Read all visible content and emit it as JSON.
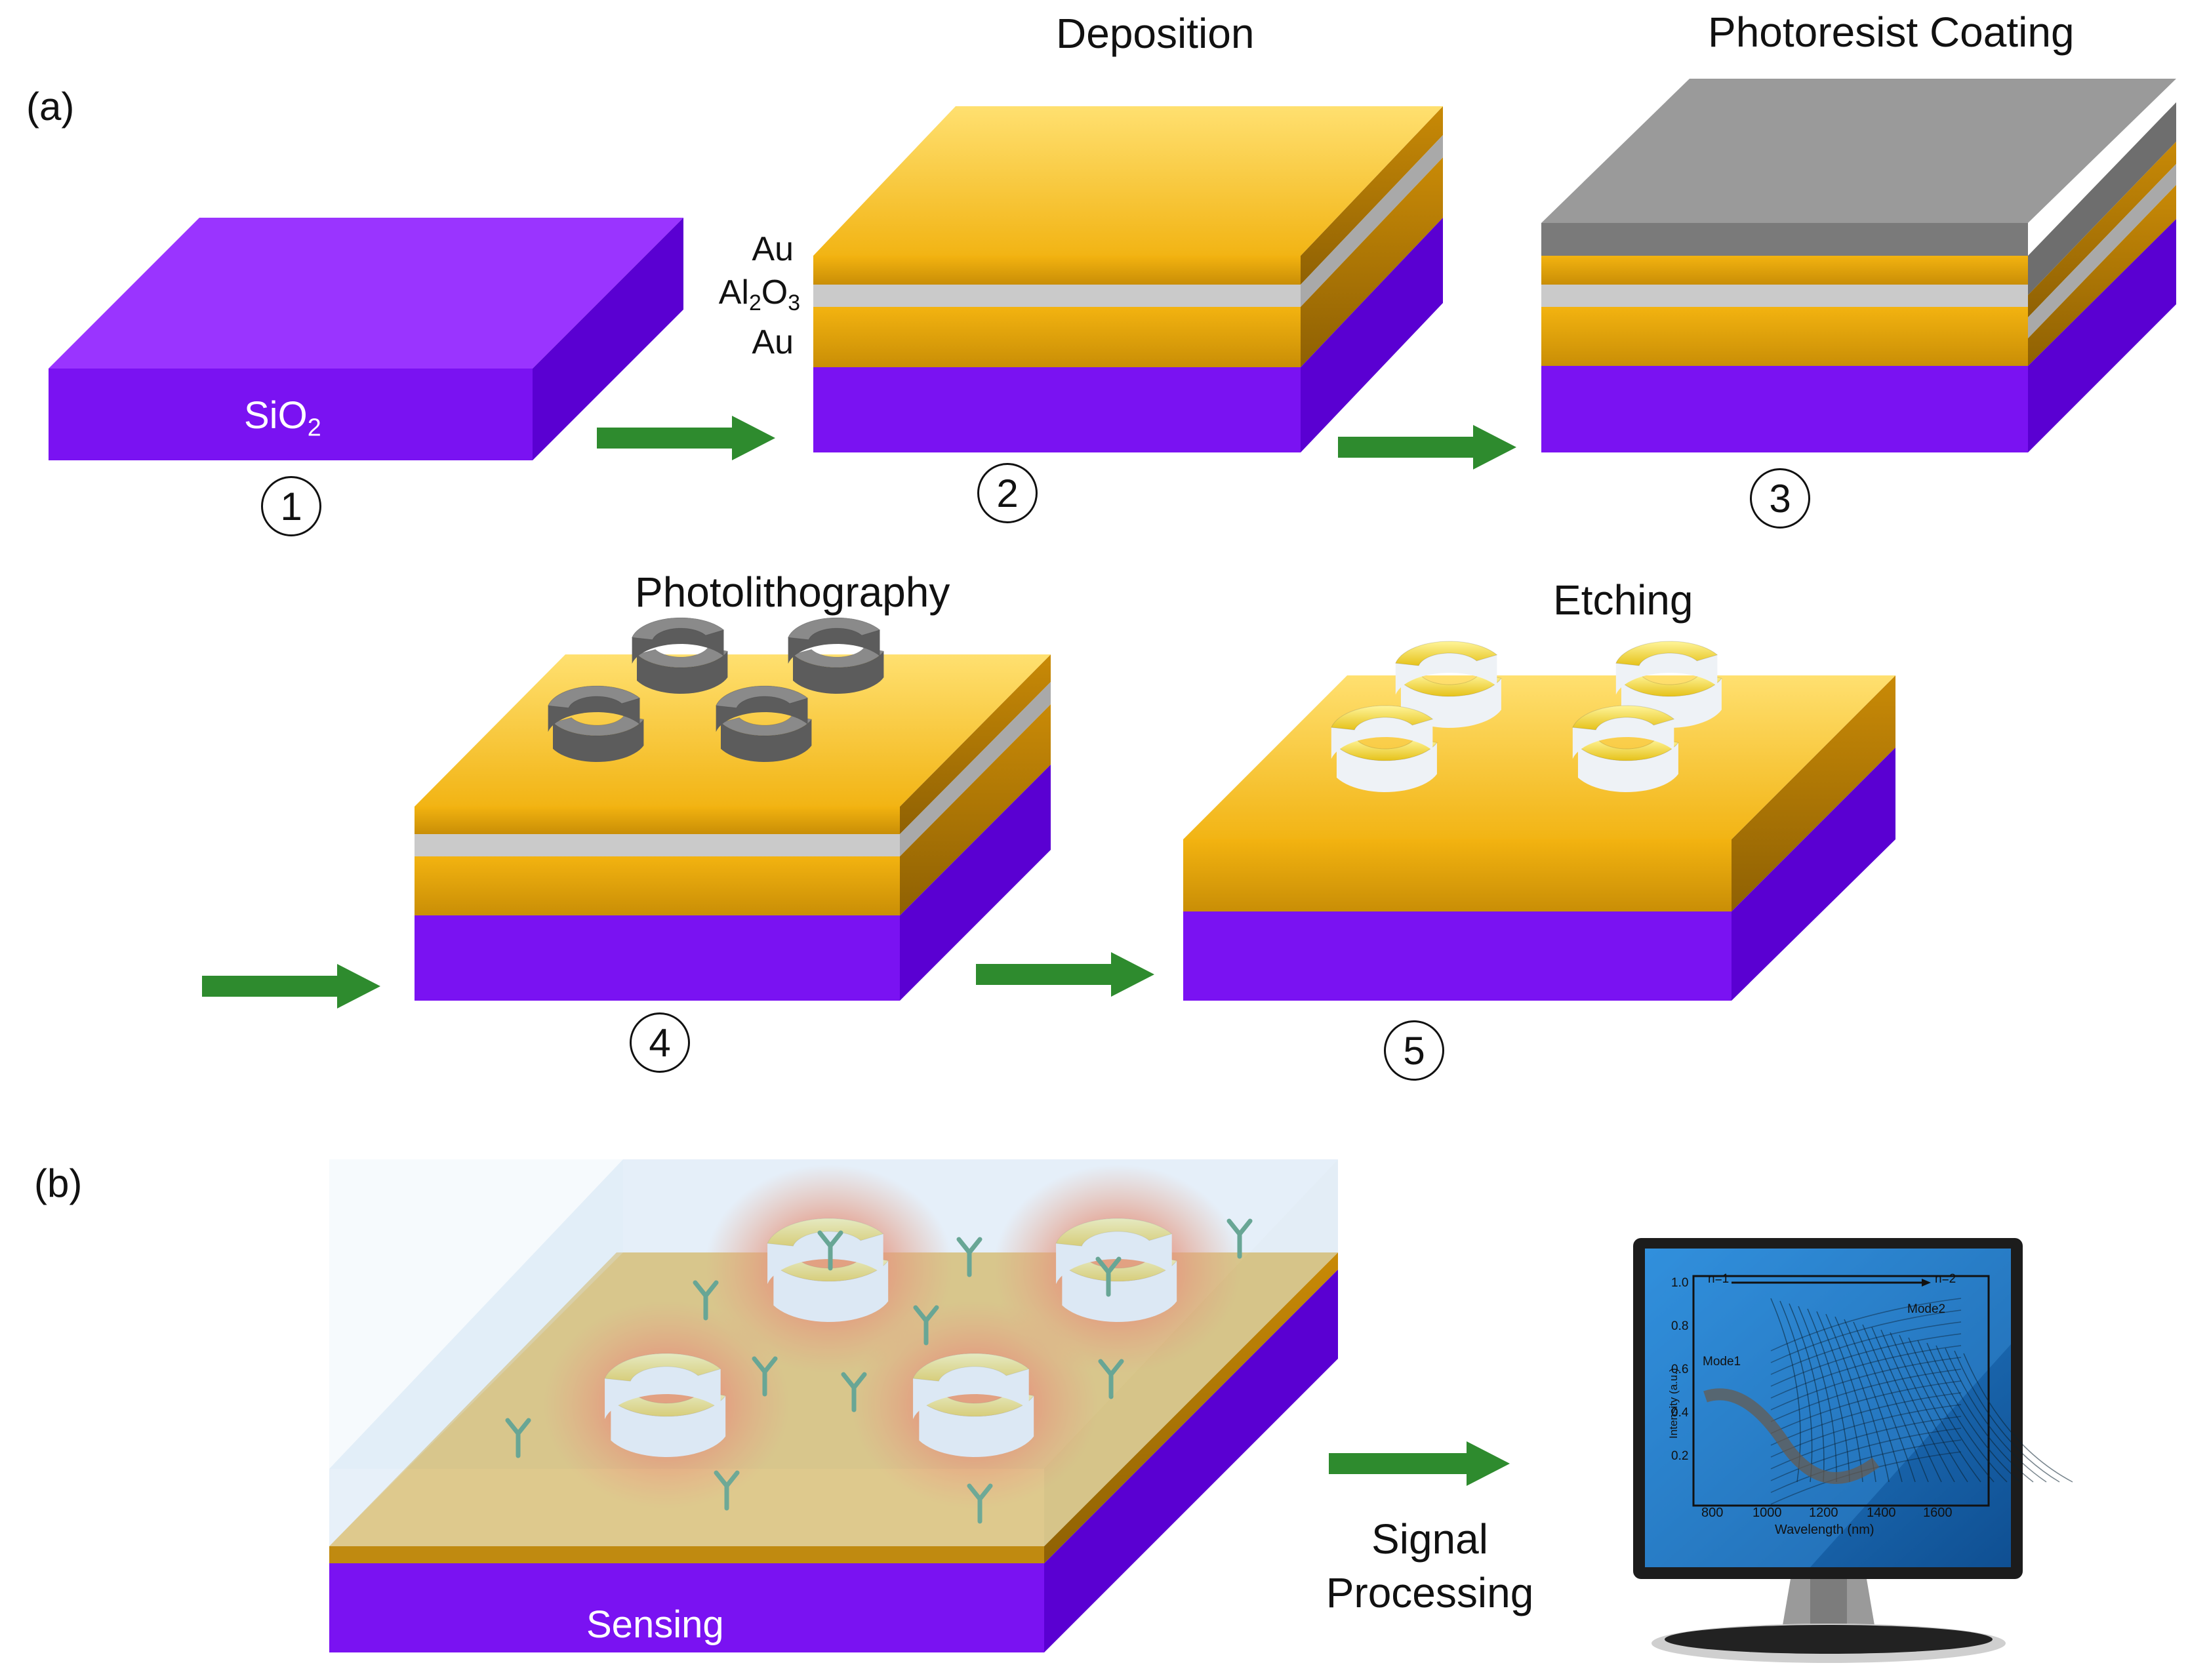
{
  "panel_labels": {
    "a": "(a)",
    "b": "(b)"
  },
  "titles": {
    "deposition": "Deposition",
    "photoresist": "Photoresist Coating",
    "photolithography": "Photolithography",
    "etching": "Etching"
  },
  "layer_labels": {
    "au_top": "Au",
    "al2o3": {
      "base": "Al",
      "sub1": "2",
      "mid": "O",
      "sub2": "3"
    },
    "au_bottom": "Au"
  },
  "substrate_label": {
    "base": "SiO",
    "sub": "2"
  },
  "steps": [
    "1",
    "2",
    "3",
    "4",
    "5"
  ],
  "sensing_label": "Sensing",
  "signal_processing": {
    "line1": "Signal",
    "line2": "Processing"
  },
  "monitor_plot": {
    "xlabel": "Wavelength (nm)",
    "ylabel": "Intensity (a.u.)",
    "xticks": [
      "800",
      "1000",
      "1200",
      "1400",
      "1600"
    ],
    "yticks": [
      "1.0",
      "0.8",
      "0.6",
      "0.4",
      "0.2"
    ],
    "annotations": {
      "n1": "n=1",
      "n2": "n=2",
      "mode1": "Mode1",
      "mode2": "Mode2"
    }
  },
  "colors": {
    "substrate": "#7a14f4",
    "substrate_top": "#9a3cff",
    "substrate_side": "#5a00d4",
    "gold": "#f0b010",
    "gold_light": "#ffd84a",
    "oxide": "#c8c8c8",
    "photoresist": "#999999",
    "arrow": "#2e8b2e",
    "glow": "#ff6a2a",
    "monitor_screen": "#1a6fb8"
  }
}
